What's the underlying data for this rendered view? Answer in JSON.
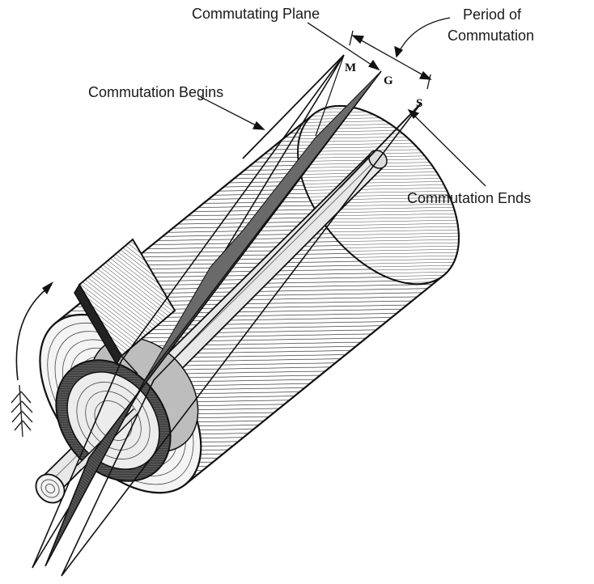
{
  "labels": {
    "commutating_plane": "Commutating Plane",
    "period_line1": "Period of",
    "period_line2": "Commutation",
    "commutation_begins": "Commutation Begins",
    "commutation_ends": "Commutation Ends"
  },
  "plane_letters": {
    "m": "M",
    "g": "G",
    "s": "S"
  },
  "icons": {
    "rotation_arrow": "curved-arrow-icon",
    "brush": "brush-icon"
  }
}
